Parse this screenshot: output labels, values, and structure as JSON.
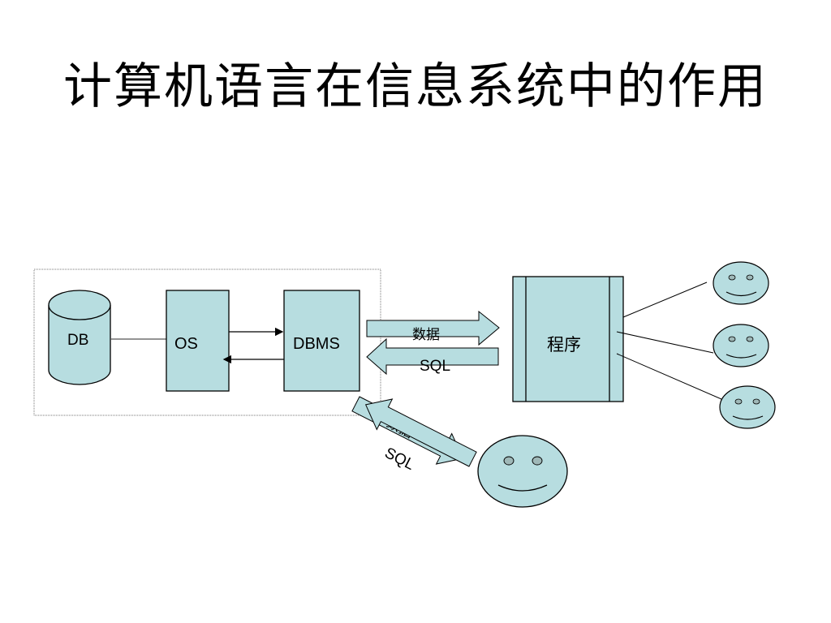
{
  "title": "计算机语言在信息系统中的作用",
  "colors": {
    "shape_fill": "#b7dde0",
    "stroke": "#000000",
    "eye_fill": "#9fb8b8",
    "boundary": "#777777"
  },
  "nodes": {
    "db": "DB",
    "os": "OS",
    "dbms": "DBMS",
    "program": "程序"
  },
  "arrows": {
    "dbms_to_program": "数据",
    "program_to_dbms": "SQL",
    "dbms_to_user": "数据",
    "user_to_dbms": "SQL"
  },
  "icons": {
    "user": "smiley-face-icon",
    "database": "database-cylinder-icon"
  },
  "users": {
    "direct_user_count": 1,
    "program_user_count": 3
  }
}
